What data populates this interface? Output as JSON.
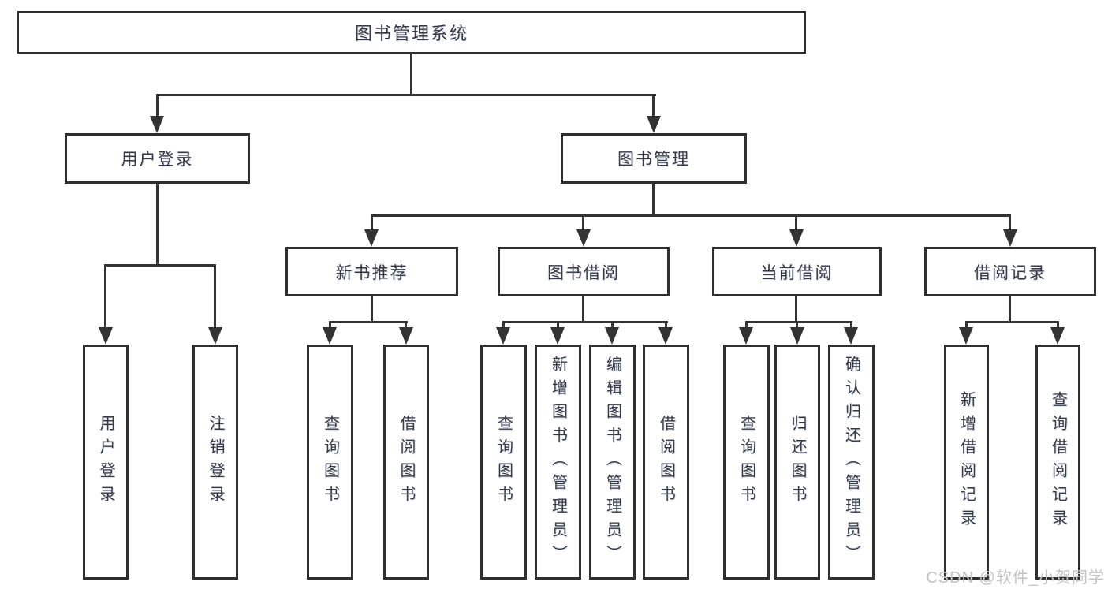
{
  "tree": {
    "label": "图书管理系统",
    "children": [
      {
        "label": "用户登录",
        "children": [
          {
            "label": "用户登录"
          },
          {
            "label": "注销登录"
          }
        ]
      },
      {
        "label": "图书管理",
        "children": [
          {
            "label": "新书推荐",
            "children": [
              {
                "label": "查询图书"
              },
              {
                "label": "借阅图书"
              }
            ]
          },
          {
            "label": "图书借阅",
            "children": [
              {
                "label": "查询图书"
              },
              {
                "label": "新增图书（管理员）"
              },
              {
                "label": "编辑图书（管理员）"
              },
              {
                "label": "借阅图书"
              }
            ]
          },
          {
            "label": "当前借阅",
            "children": [
              {
                "label": "查询图书"
              },
              {
                "label": "归还图书"
              },
              {
                "label": "确认归还（管理员）"
              }
            ]
          },
          {
            "label": "借阅记录",
            "children": [
              {
                "label": "新增借阅记录"
              },
              {
                "label": "查询借阅记录"
              }
            ]
          }
        ]
      }
    ]
  },
  "watermark": "CSDN @软件_小贺同学",
  "colors": {
    "line": "#333333",
    "border": "#2f2f2f",
    "fill": "#ffffff",
    "text": "#3a3a3a",
    "watermark": "#c3c3c3"
  }
}
